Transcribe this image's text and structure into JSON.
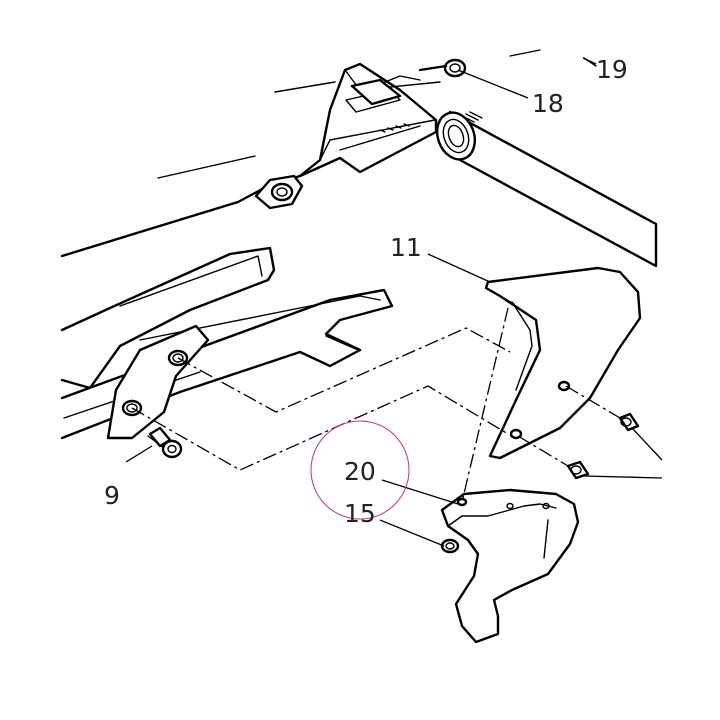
{
  "callouts": {
    "c19": "19",
    "c18": "18",
    "c11": "11",
    "c9": "9",
    "c20": "20",
    "c15": "15"
  },
  "colors": {
    "line": "#000000",
    "highlight_circle": "#c03a55",
    "background": "#ffffff"
  }
}
